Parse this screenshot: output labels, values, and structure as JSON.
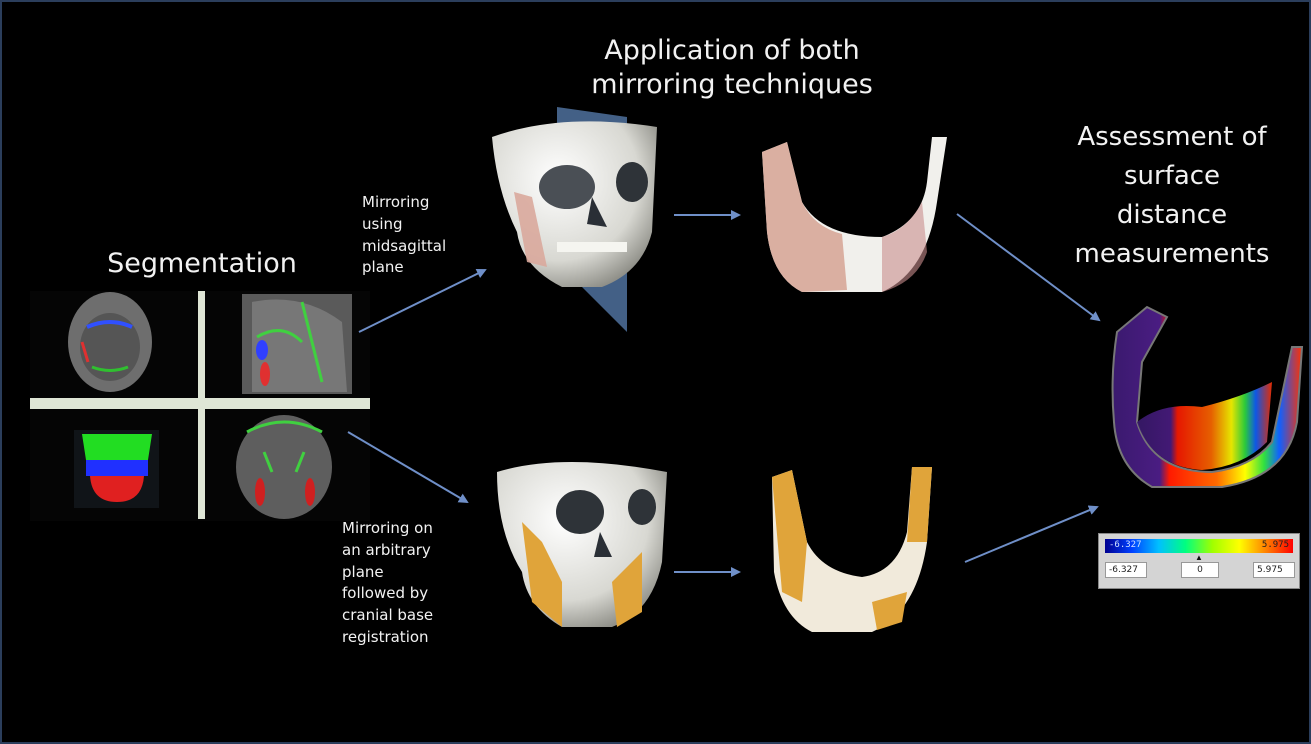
{
  "titles": {
    "segmentation": "Segmentation",
    "application_line1": "Application of both",
    "application_line2": "mirroring techniques",
    "assessment_line1": "Assessment of",
    "assessment_line2": "surface",
    "assessment_line3": "distance",
    "assessment_line4": "measurements"
  },
  "labels": {
    "midsagittal_line1": "Mirroring",
    "midsagittal_line2": "using",
    "midsagittal_line3": "midsagittal",
    "midsagittal_line4": "plane",
    "arbitrary_line1": "Mirroring on",
    "arbitrary_line2": "an arbitrary",
    "arbitrary_line3": "plane",
    "arbitrary_line4": "followed by",
    "arbitrary_line5": "cranial base",
    "arbitrary_line6": "registration"
  },
  "colorbar": {
    "min_label": "-6.327",
    "max_label": "5.975",
    "min_value": "-6.327",
    "mid_value": "0",
    "max_value": "5.975"
  },
  "colors": {
    "background": "#000000",
    "arrow": "#6f8fc8",
    "bone": "#eeeeea",
    "pink_overlay": "#d9a99c",
    "orange_overlay": "#e0a43a"
  }
}
